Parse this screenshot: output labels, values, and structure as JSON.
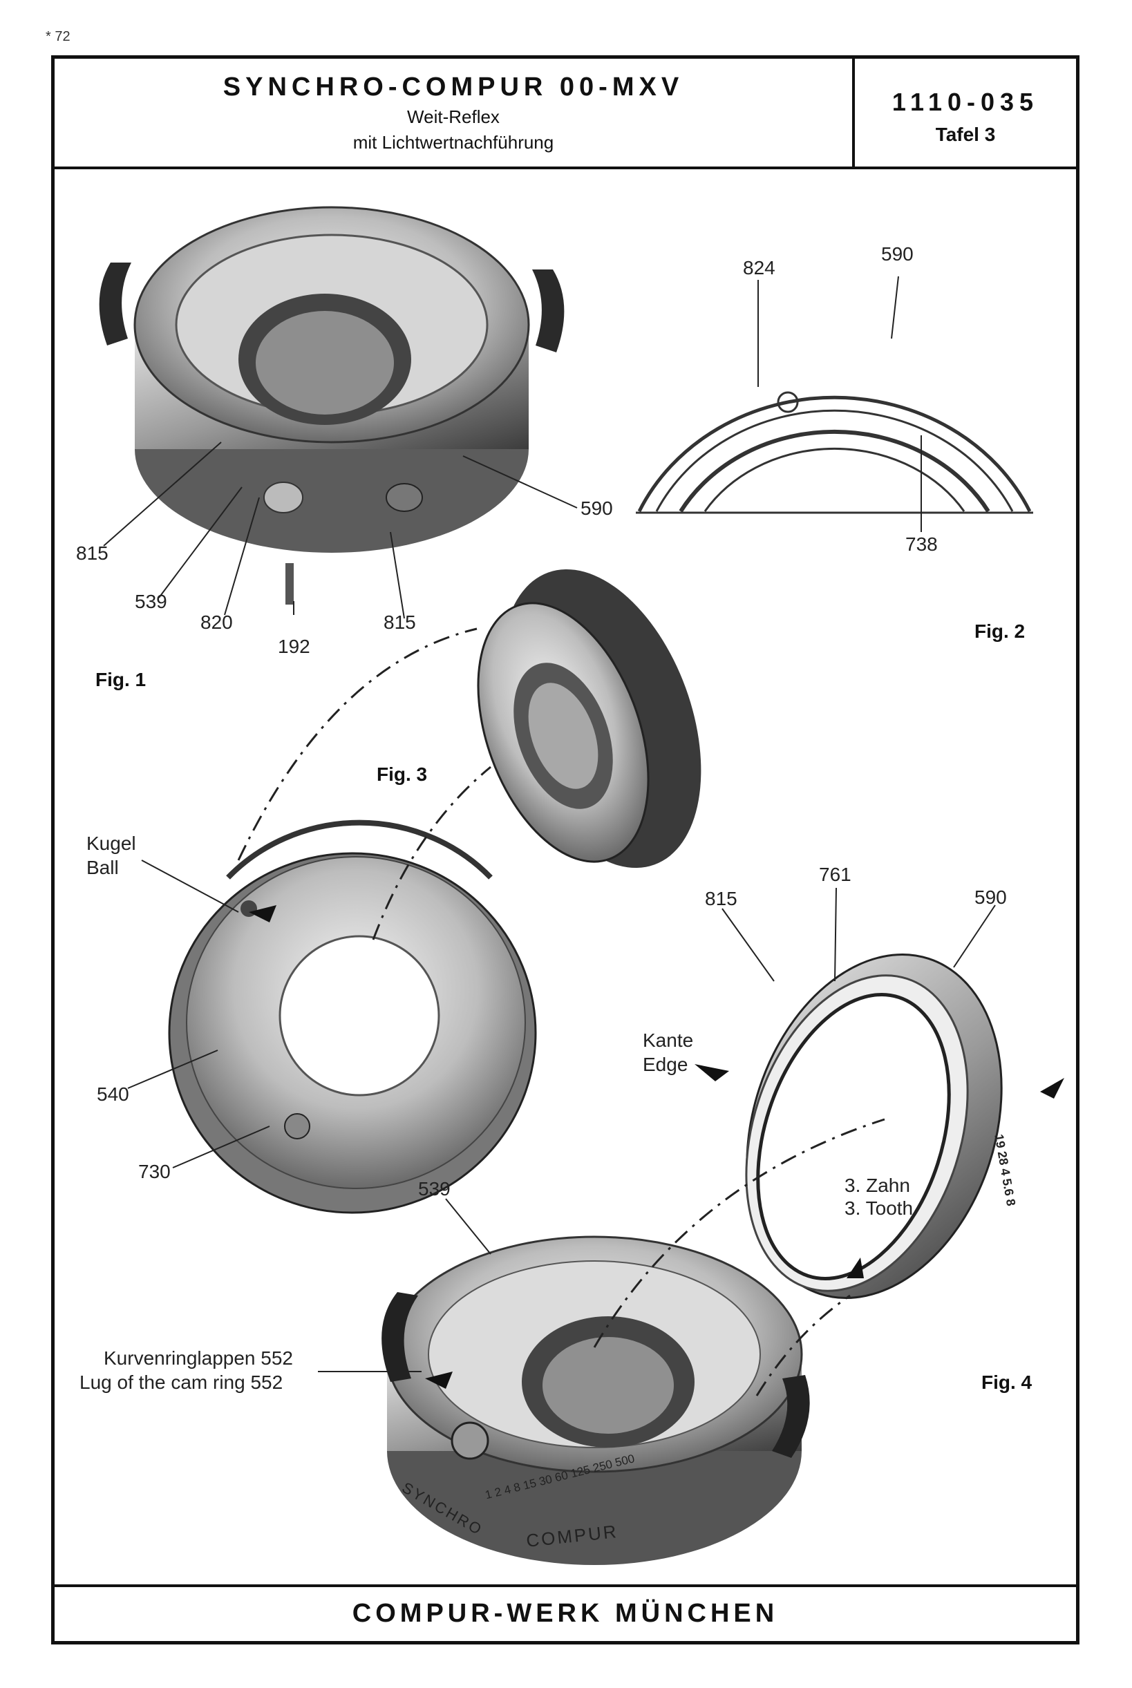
{
  "page_number": "* 72",
  "header": {
    "title": "SYNCHRO-COMPUR 00-MXV",
    "subtitle1": "Weit-Reflex",
    "subtitle2": "mit Lichtwertnachführung",
    "code": "1110-035",
    "tafel": "Tafel 3"
  },
  "footer": "COMPUR-WERK MÜNCHEN",
  "figures": {
    "fig1": "Fig. 1",
    "fig2": "Fig. 2",
    "fig3": "Fig. 3",
    "fig4": "Fig. 4"
  },
  "labels": {
    "l815a": "815",
    "l539a": "539",
    "l820": "820",
    "l192": "192",
    "l815b": "815",
    "l590a": "590",
    "l824": "824",
    "l590b": "590",
    "l738": "738",
    "kugel": "Kugel",
    "ball": "Ball",
    "l540": "540",
    "l730": "730",
    "l815c": "815",
    "l761": "761",
    "l590c": "590",
    "kante": "Kante",
    "edge": "Edge",
    "zahn": "3. Zahn",
    "tooth": "3. Tooth",
    "l539b": "539",
    "kurven": "Kurvenringlappen 552",
    "lug": "Lug of the cam ring 552",
    "scale_digits": "19 28 4 5.6 8",
    "dial_numbers": "1 2 4 8 15 30 60 125 250 500",
    "brand": "COMPUR",
    "synchro": "SYNCHRO"
  }
}
